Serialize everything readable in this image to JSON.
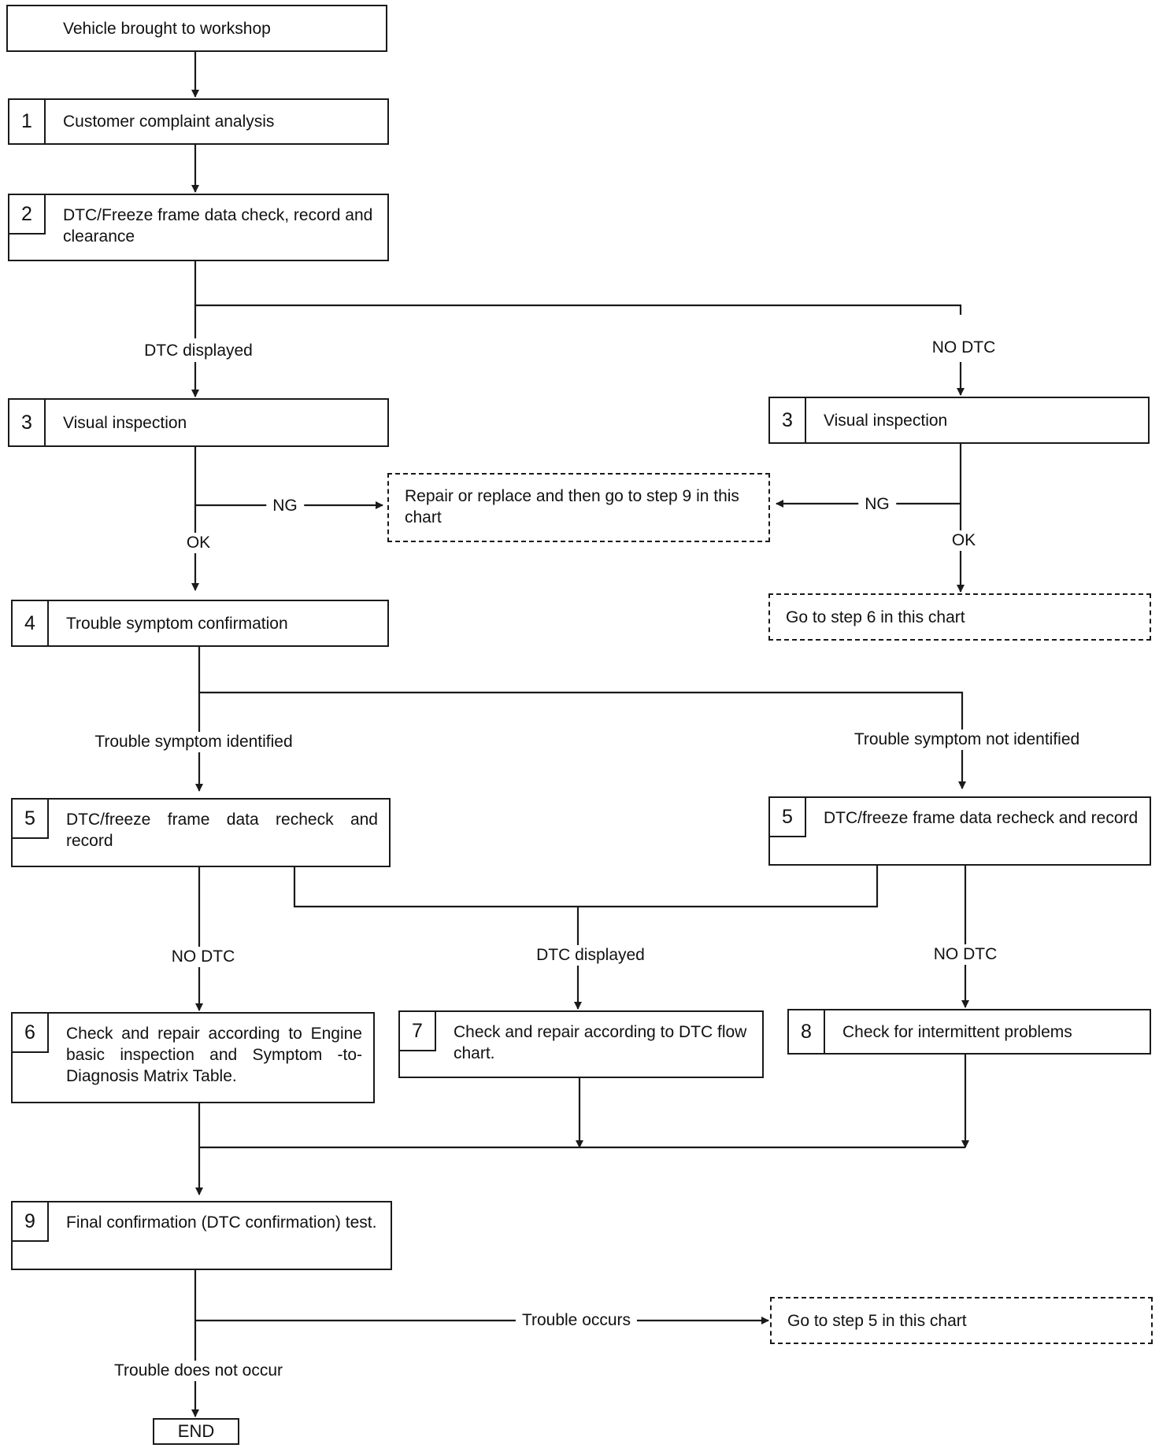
{
  "start": "Vehicle brought to workshop",
  "steps": {
    "s1": {
      "num": "1",
      "text": "Customer complaint analysis"
    },
    "s2": {
      "num": "2",
      "text": "DTC/Freeze frame data check, record and clearance"
    },
    "s3a": {
      "num": "3",
      "text": "Visual inspection"
    },
    "s3b": {
      "num": "3",
      "text": "Visual inspection"
    },
    "s4": {
      "num": "4",
      "text": "Trouble symptom confirmation"
    },
    "s5a": {
      "num": "5",
      "text": "DTC/freeze frame data recheck and record"
    },
    "s5b": {
      "num": "5",
      "text": "DTC/freeze frame data recheck and record"
    },
    "s6": {
      "num": "6",
      "text": "Check and repair according to Engine basic inspection and Symptom -to- Diagnosis Matrix Table."
    },
    "s7": {
      "num": "7",
      "text": "Check and repair according to DTC flow chart."
    },
    "s8": {
      "num": "8",
      "text": "Check for intermittent problems"
    },
    "s9": {
      "num": "9",
      "text": "Final confirmation (DTC confirmation) test."
    }
  },
  "notes": {
    "repair": "Repair or replace and then go to step 9 in this chart",
    "goto6": "Go to step 6 in this chart",
    "goto5": "Go to step 5 in this chart"
  },
  "labels": {
    "dtc_displayed_1": "DTC displayed",
    "no_dtc_1": "NO DTC",
    "ng_left": "NG",
    "ng_right": "NG",
    "ok_left": "OK",
    "ok_right": "OK",
    "symptom_identified": "Trouble symptom identified",
    "symptom_not_identified": "Trouble symptom not identified",
    "no_dtc_2": "NO DTC",
    "dtc_displayed_2": "DTC displayed",
    "no_dtc_3": "NO DTC",
    "trouble_occurs": "Trouble occurs",
    "trouble_not_occur": "Trouble does not occur"
  },
  "end": "END"
}
